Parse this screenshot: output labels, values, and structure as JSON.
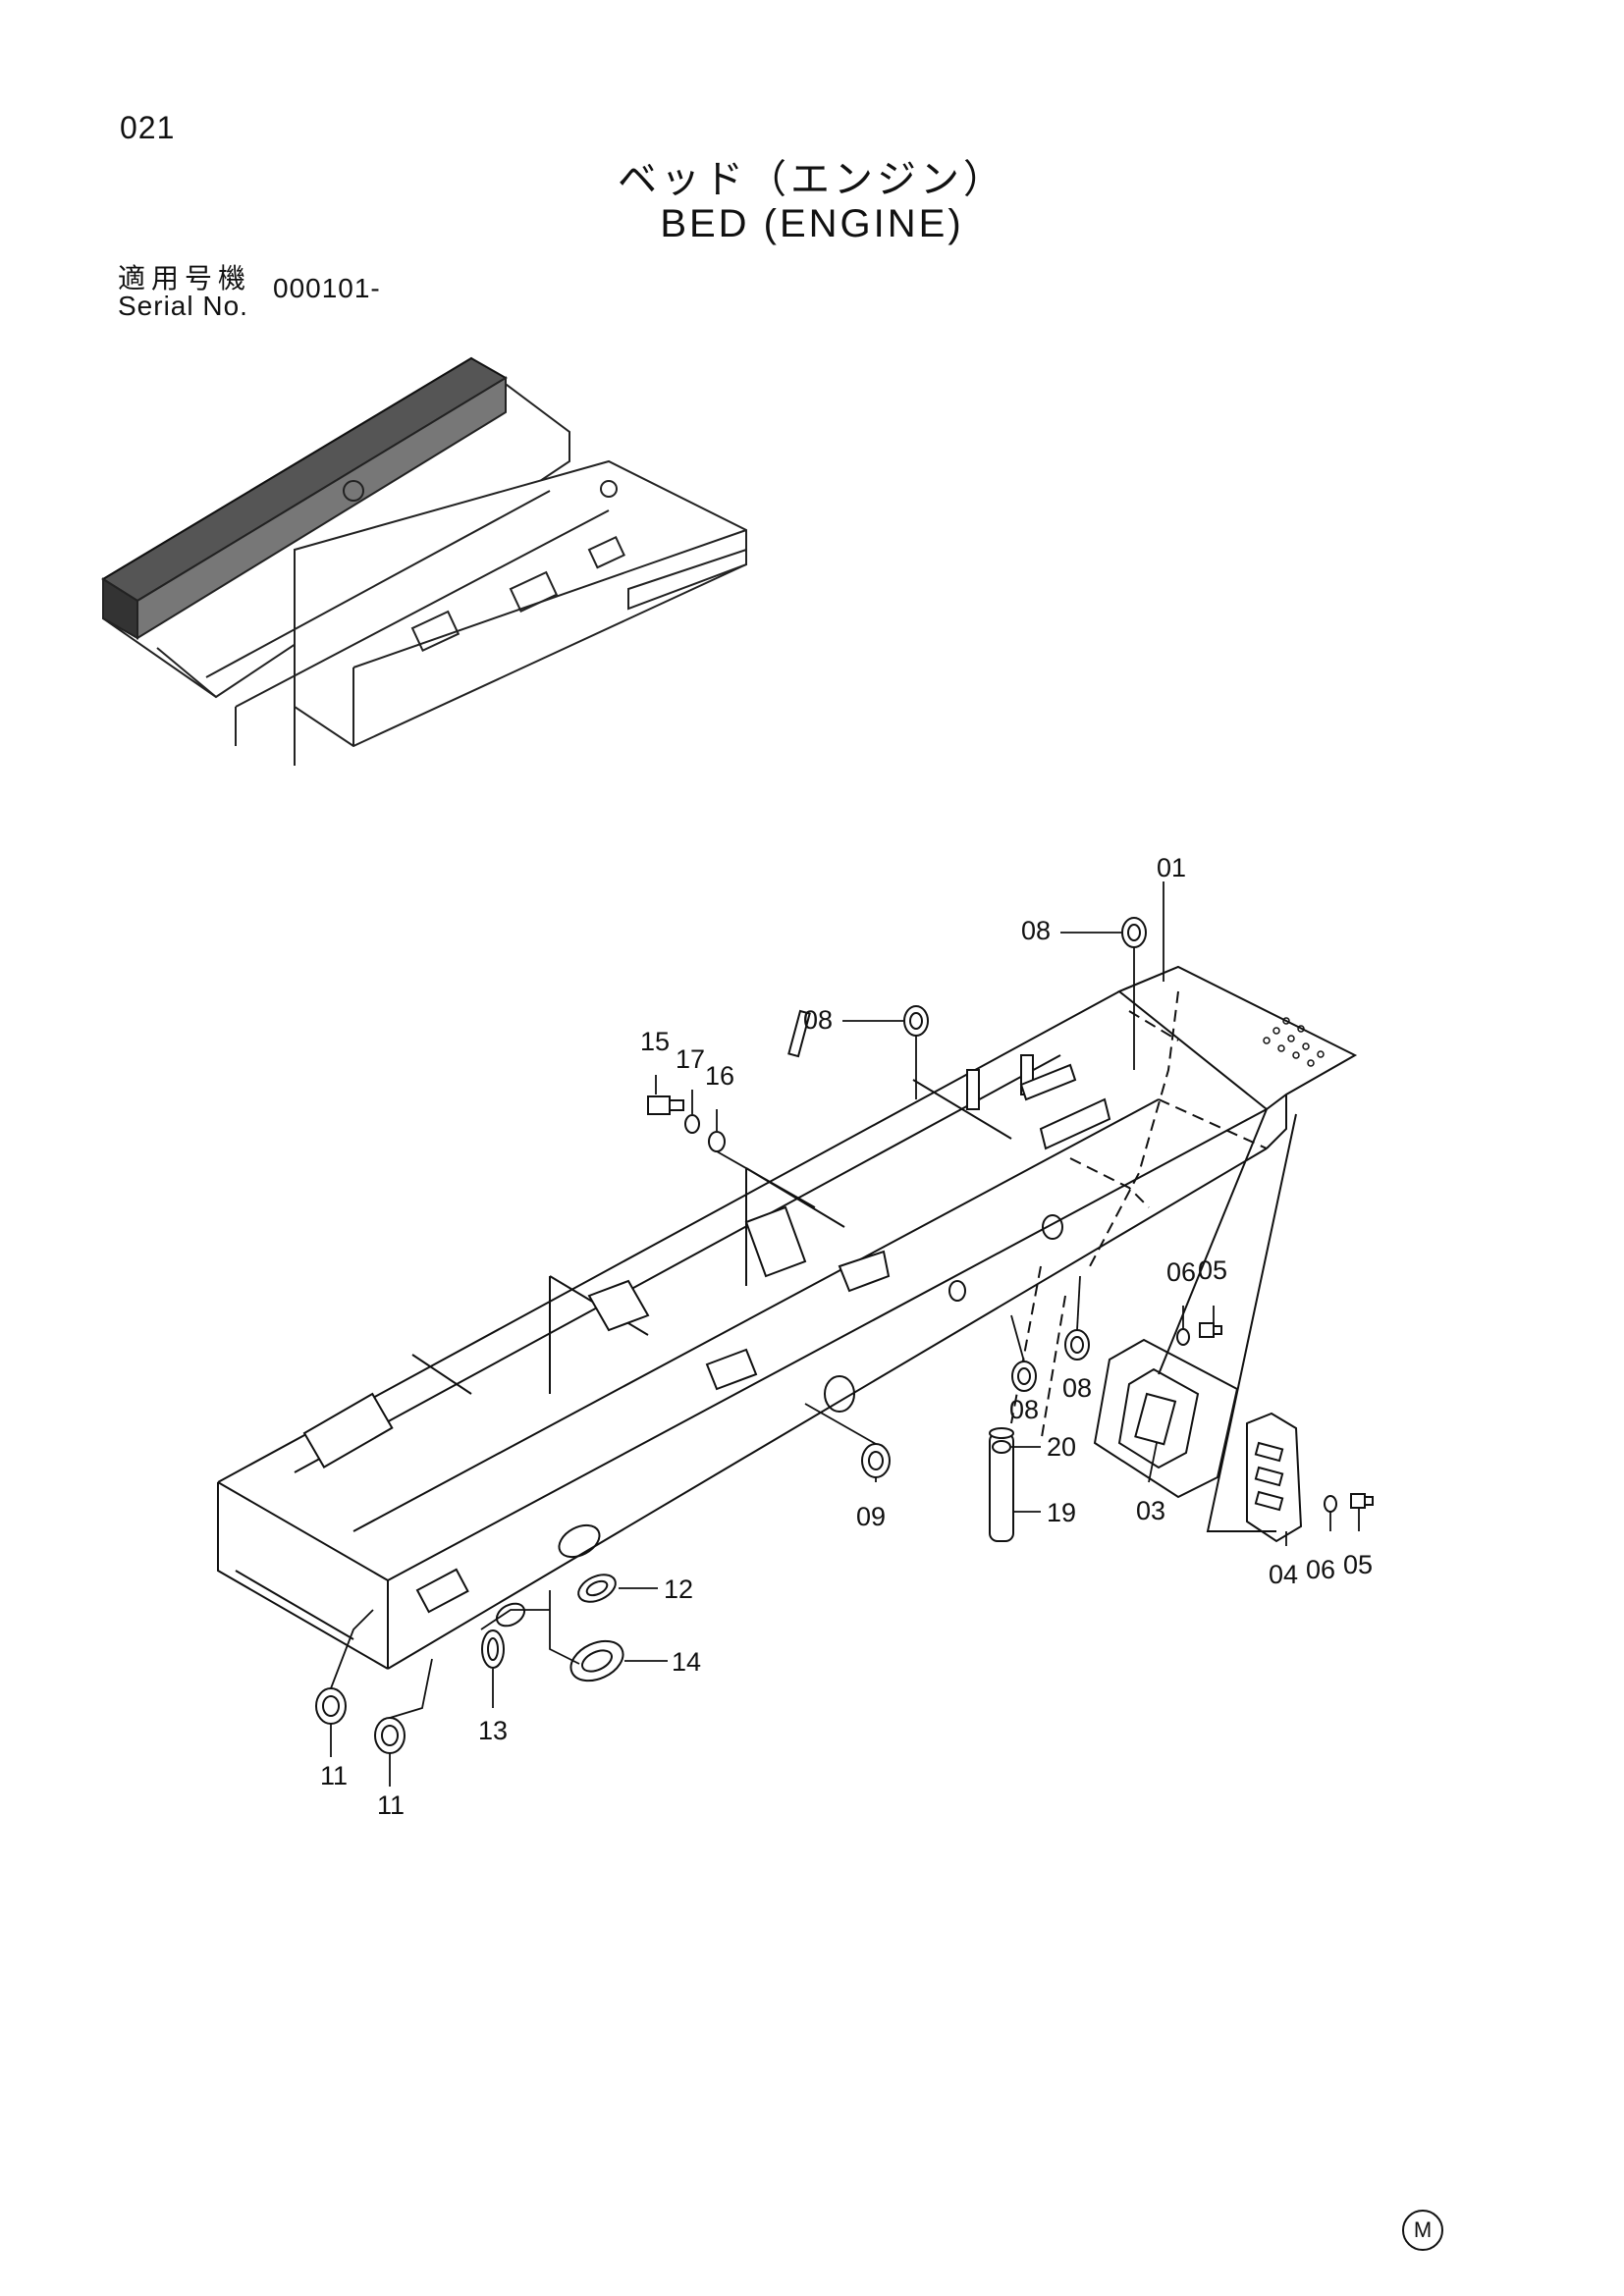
{
  "page_number": "021",
  "title_jp": "ベッド（エンジン）",
  "title_en": "BED (ENGINE)",
  "serial": {
    "label_jp": "適用号機",
    "label_en": "Serial No.",
    "value": "000101-"
  },
  "callouts": {
    "c01": "01",
    "c03": "03",
    "c04": "04",
    "c05a": "05",
    "c05b": "05",
    "c06a": "06",
    "c06b": "06",
    "c08a": "08",
    "c08b": "08",
    "c08c": "08",
    "c08d": "08",
    "c09": "09",
    "c11a": "11",
    "c11b": "11",
    "c12": "12",
    "c13": "13",
    "c14": "14",
    "c15": "15",
    "c16": "16",
    "c17": "17",
    "c19": "19",
    "c20": "20"
  },
  "footer_mark": "M"
}
